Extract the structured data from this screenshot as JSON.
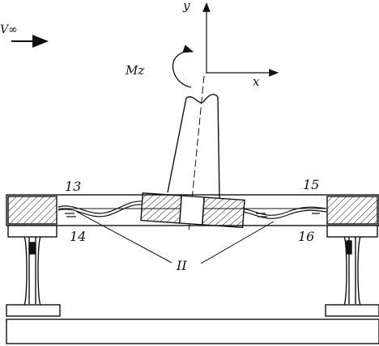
{
  "labels": {
    "velocity": "V∞",
    "moment": "Mz",
    "axis_x": "x",
    "axis_y": "y",
    "l13": "13",
    "l14": "14",
    "l15": "15",
    "l16": "16",
    "l11": "II"
  },
  "colors": {
    "stroke": "#111111",
    "background": "#ffffff"
  }
}
